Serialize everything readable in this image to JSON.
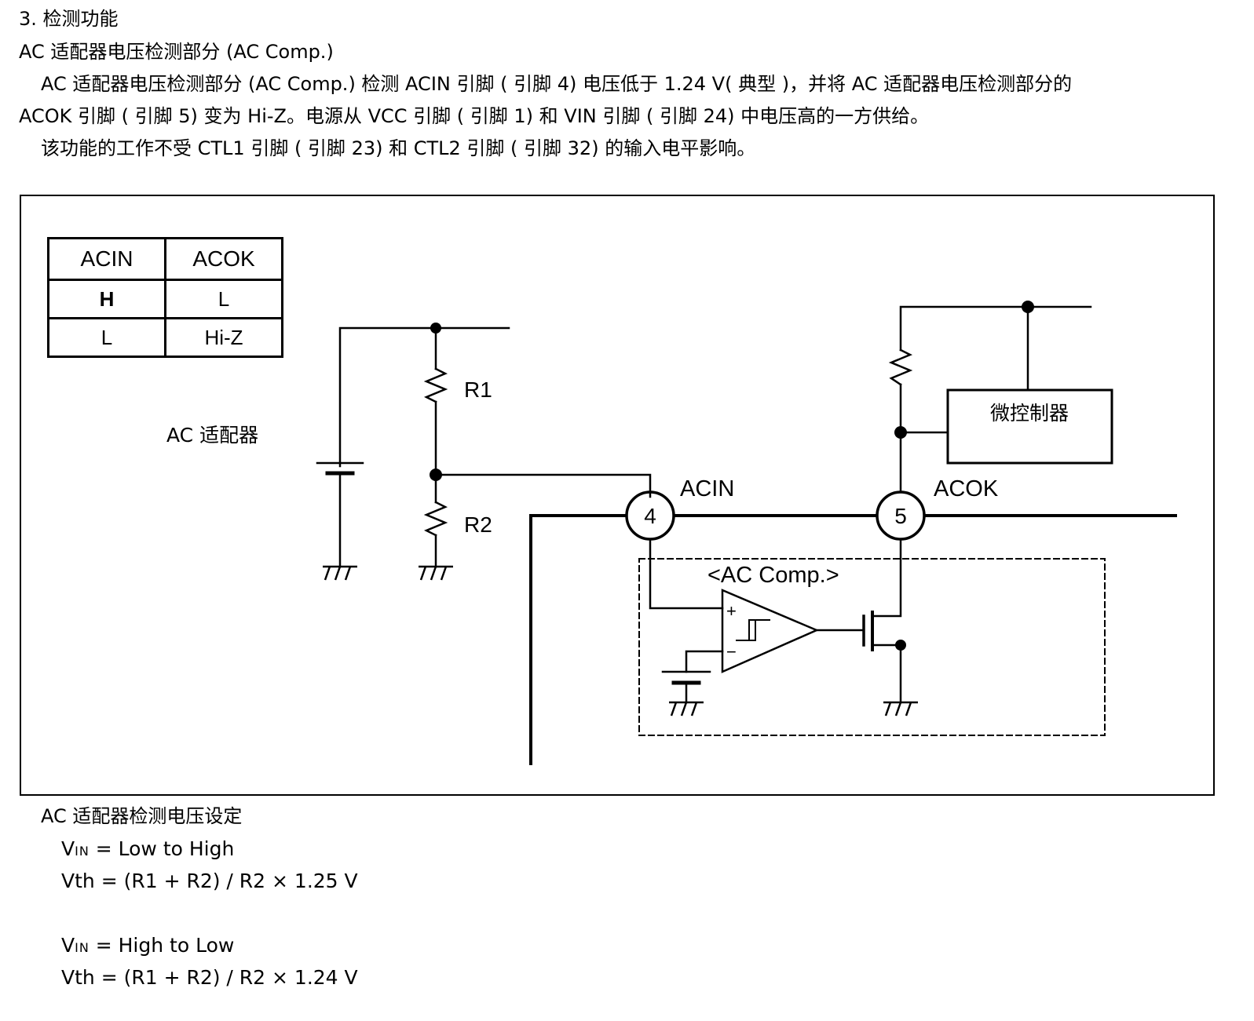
{
  "section": {
    "heading": "3. 检测功能",
    "subheading": "AC 适配器电压检测部分 (AC Comp.)",
    "paragraph1_line1": "AC 适配器电压检测部分 (AC Comp.) 检测 ACIN 引脚 ( 引脚 4) 电压低于 1.24 V( 典型 )，并将 AC 适配器电压检测部分的",
    "paragraph1_line2": "ACOK 引脚 ( 引脚 5) 变为 Hi-Z。电源从 VCC 引脚 ( 引脚 1) 和 VIN 引脚 ( 引脚 24) 中电压高的一方供给。",
    "paragraph2": "该功能的工作不受 CTL1 引脚 ( 引脚 23) 和 CTL2 引脚 ( 引脚 32) 的输入电平影响。"
  },
  "truth_table": {
    "headers": [
      "ACIN",
      "ACOK"
    ],
    "rows": [
      [
        "H",
        "L"
      ],
      [
        "L",
        "Hi-Z"
      ]
    ]
  },
  "schematic": {
    "ac_adapter_label": "AC 适配器",
    "r1_label": "R1",
    "r2_label": "R2",
    "acin_label": "ACIN",
    "acok_label": "ACOK",
    "pin4": "4",
    "pin5": "5",
    "comp_block_label": "<AC Comp.>",
    "plus": "+",
    "minus": "−",
    "mcu_label": "微控制器"
  },
  "setting": {
    "title": "AC 适配器检测电压设定",
    "vin_main": "V",
    "vin_sub": "IN",
    "case1_condition": " = Low to High",
    "case1_formula": "Vth = (R1 + R2) / R2 × 1.25 V",
    "case2_condition": " = High to Low",
    "case2_formula": "Vth = (R1 + R2) / R2 × 1.24 V"
  }
}
